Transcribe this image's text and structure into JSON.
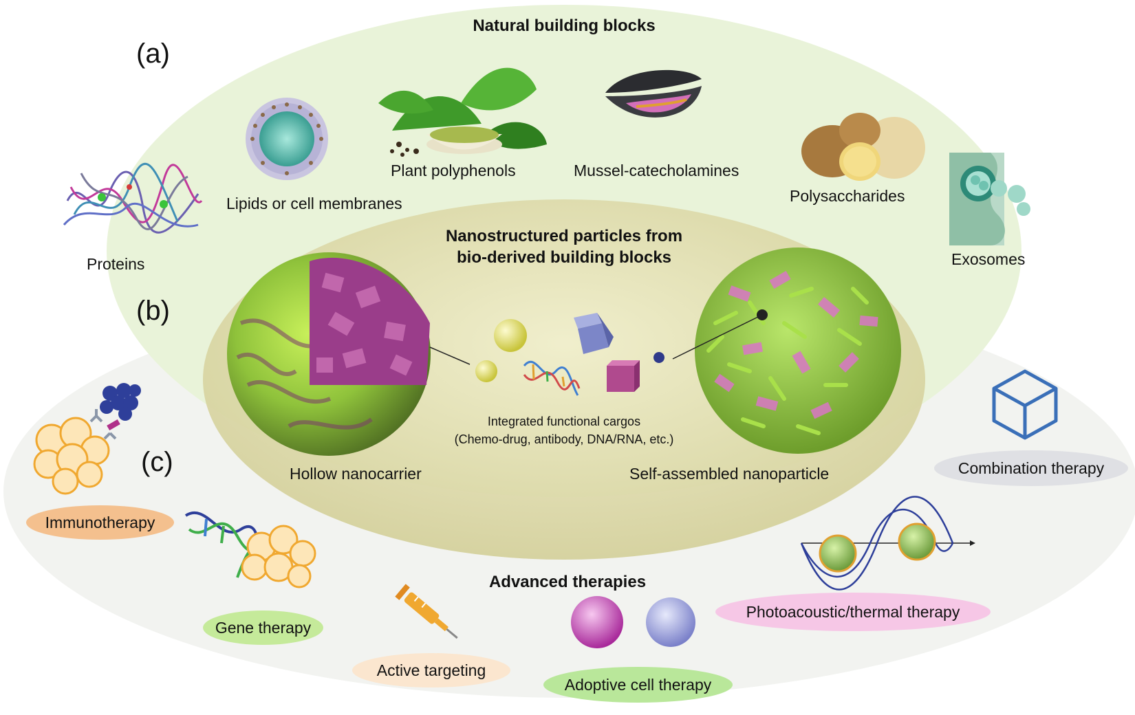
{
  "panels": {
    "a": "(a)",
    "b": "(b)",
    "c": "(c)"
  },
  "titles": {
    "natural": "Natural building blocks",
    "nano_line1": "Nanostructured particles from",
    "nano_line2": "bio-derived building blocks",
    "advanced": "Advanced therapies"
  },
  "building_blocks": {
    "proteins": "Proteins",
    "lipids": "Lipids or cell membranes",
    "plant": "Plant polyphenols",
    "mussel": "Mussel-catecholamines",
    "polysaccharides": "Polysaccharides",
    "exosomes": "Exosomes"
  },
  "particles": {
    "hollow": "Hollow nanocarrier",
    "self_assembled": "Self-assembled nanoparticle",
    "cargo_line1": "Integrated functional cargos",
    "cargo_line2": "(Chemo-drug, antibody, DNA/RNA, etc.)"
  },
  "therapies": {
    "immuno": "Immunotherapy",
    "gene": "Gene therapy",
    "active": "Active targeting",
    "adoptive": "Adoptive cell therapy",
    "photo": "Photoacoustic/thermal therapy",
    "combination": "Combination therapy"
  },
  "colors": {
    "outer_ellipse": "#f3f4f1",
    "top_ellipse": "#e8f3d6",
    "inner_ellipse": "#d9d6a8",
    "immuno_pill": "#f4c08e",
    "gene_pill": "#c5ea9a",
    "active_pill": "#fbe6cf",
    "adoptive_pill": "#b9e79a",
    "photo_pill": "#f6c7e6",
    "combination_pill": "#dfe0e4"
  }
}
